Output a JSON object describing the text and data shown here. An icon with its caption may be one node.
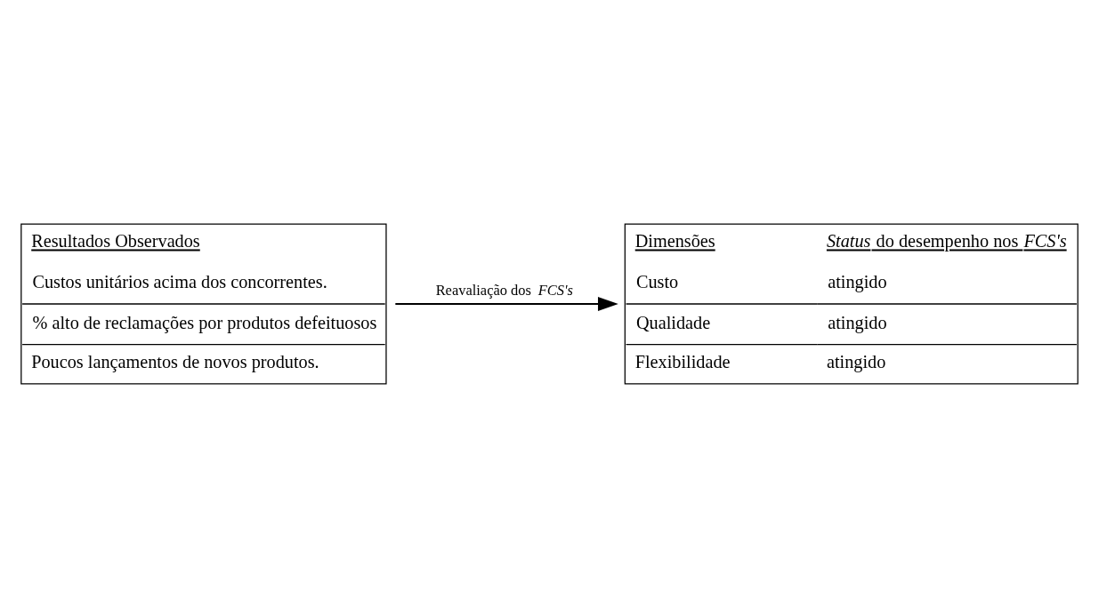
{
  "diagram": {
    "nodes": [
      {
        "text": [
          "Dimensões",
          "*Status* do desempenho nos *FCS's*",
          "Custo",
          "atingido",
          "Qualidade",
          "atingido",
          "Flexibilidade",
          "atingido"
        ]
      },
      {
        "text": [
          "Resultados Observados",
          "Custos unitários acima dos concorrentes.",
          "% alto de reclamações por produtos defeituosos",
          "Poucos lançamentos de novos produtos."
        ]
      }
    ],
    "edges": [
      {
        "from": 1,
        "to": 0,
        "arrow": "to",
        "label": "Reavaliação dos *FCS's*"
      }
    ]
  }
}
